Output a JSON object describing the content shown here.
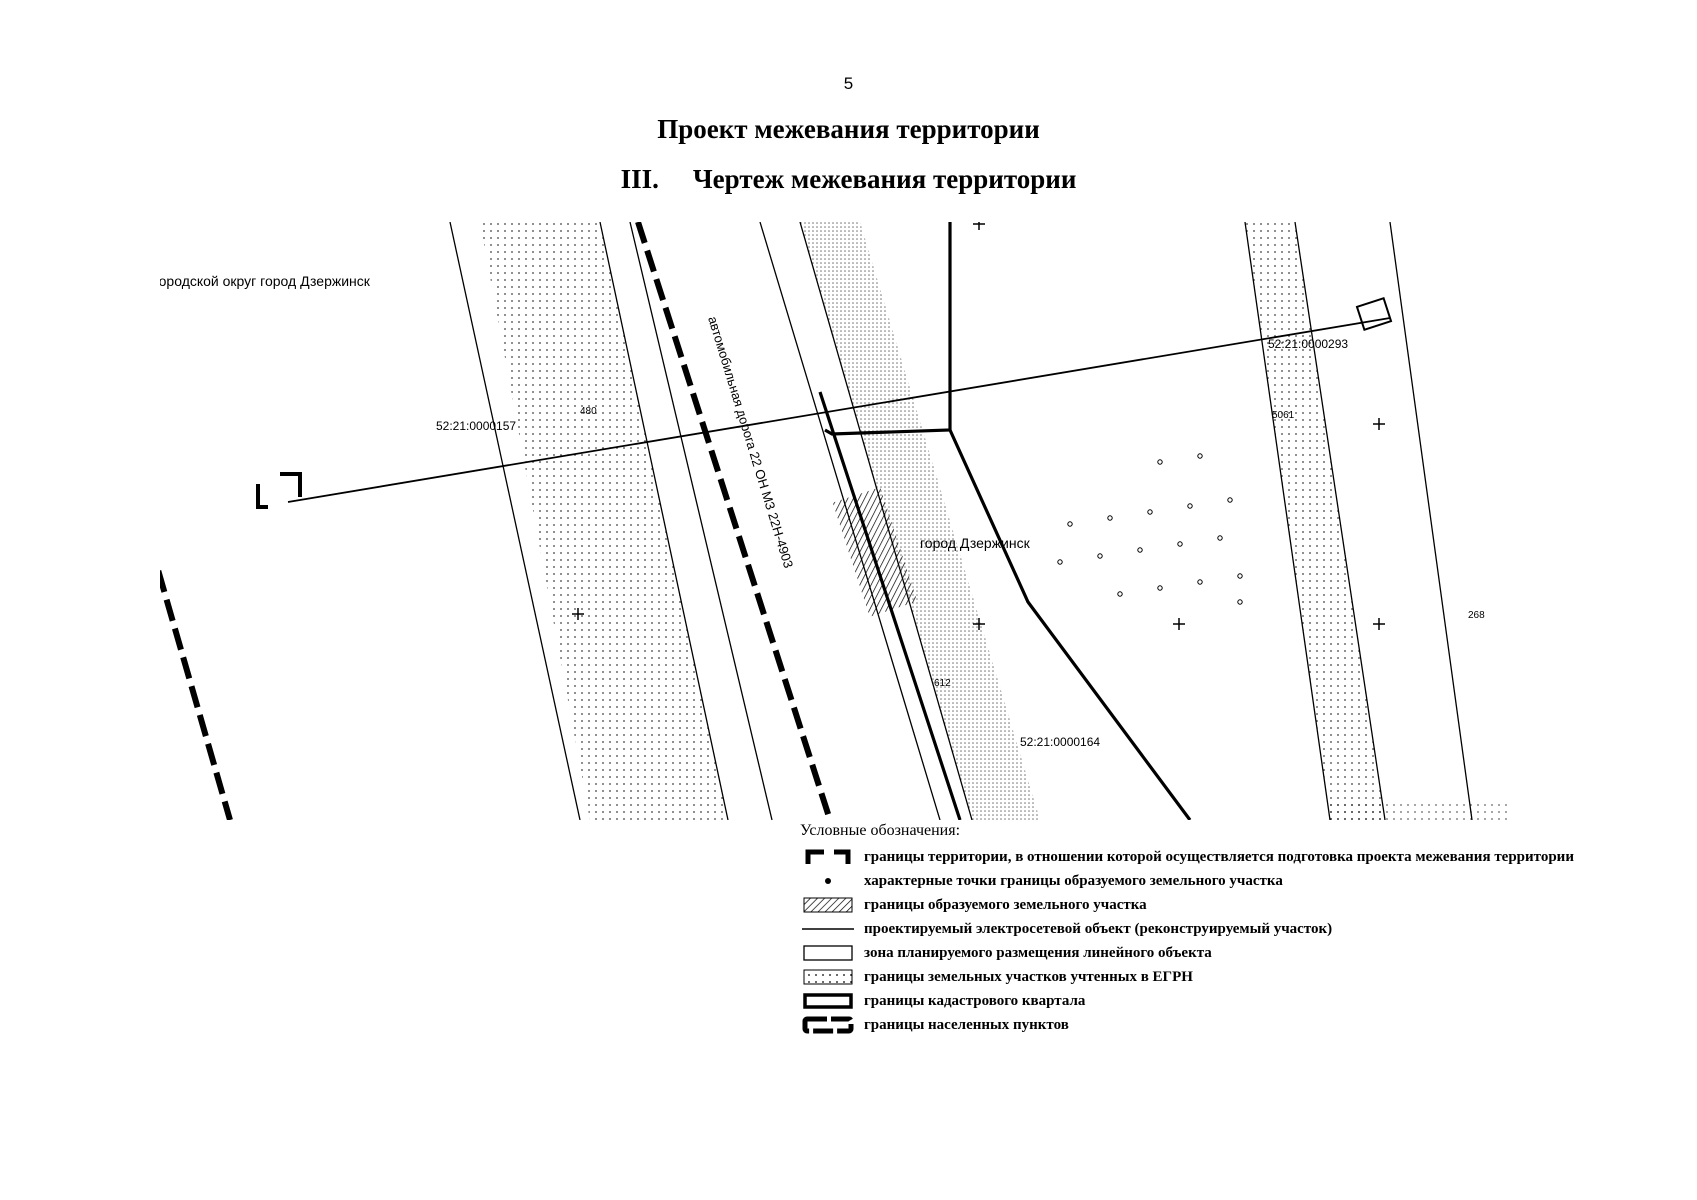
{
  "page_number": "5",
  "title_main": "Проект межевания территории",
  "title_section_num": "III.",
  "title_section_text": "Чертеж межевания территории",
  "map": {
    "labels": {
      "district": "Городской округ город Дзержинск",
      "city": "город Дзержинск",
      "road": "автомобильная дорога 22 ОН МЗ 22Н-4903",
      "parcel_157": "52:21:0000157",
      "parcel_293": "52:21:0000293",
      "parcel_164": "52:21:0000164",
      "point_480": "480",
      "point_612": "612",
      "point_5061": "5061",
      "point_268": "268"
    }
  },
  "legend": {
    "title": "Условные обозначения:",
    "items": [
      {
        "label": "границы территории, в отношении которой осуществляется подготовка проекта межевания территории",
        "symbol": "project-boundary-icon"
      },
      {
        "label": "характерные точки границы образуемого земельного участка",
        "symbol": "point-icon"
      },
      {
        "label": "границы образуемого земельного участка",
        "symbol": "hatched-area-icon"
      },
      {
        "label": "проектируемый электросетевой объект (реконструируемый участок)",
        "symbol": "line-icon"
      },
      {
        "label": "зона планируемого размещения линейного объекта",
        "symbol": "zone-rect-icon"
      },
      {
        "label": "границы земельных участков учтенных в ЕГРН",
        "symbol": "dotted-rect-icon"
      },
      {
        "label": "границы кадастрового квартала",
        "symbol": "thick-rect-icon"
      },
      {
        "label": "границы населенных пунктов",
        "symbol": "dashed-thick-icon"
      }
    ]
  }
}
